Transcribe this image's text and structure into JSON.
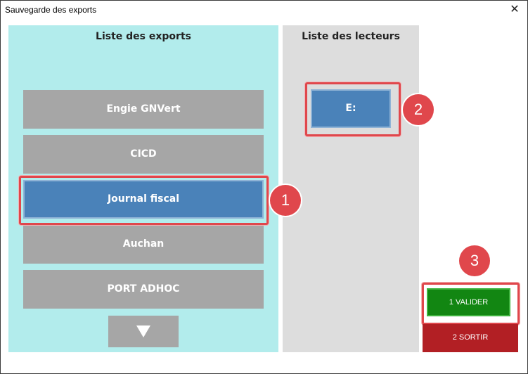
{
  "window": {
    "title": "Sauvegarde des exports",
    "close_glyph": "✕"
  },
  "exports_panel": {
    "title": "Liste des exports",
    "items": [
      "Engie GNVert",
      "CICD",
      "Journal fiscal",
      "Auchan",
      "PORT ADHOC"
    ],
    "selected": "Journal fiscal"
  },
  "readers_panel": {
    "title": "Liste des lecteurs",
    "items": [
      "E:"
    ],
    "selected": "E:"
  },
  "annotations": [
    "1",
    "2",
    "3"
  ],
  "buttons": {
    "valider": "1 VALIDER",
    "sortir": "2 SORTIR"
  },
  "colors": {
    "exports_bg": "#b2ecec",
    "readers_bg": "#dddddd",
    "item_bg": "#a6a6a6",
    "selected_bg": "#4a82b9",
    "highlight": "#e0474c",
    "valider_bg": "#128612",
    "sortir_bg": "#b21f24"
  },
  "icons": {
    "scroll": "triangle-down-icon",
    "close": "close-icon"
  }
}
